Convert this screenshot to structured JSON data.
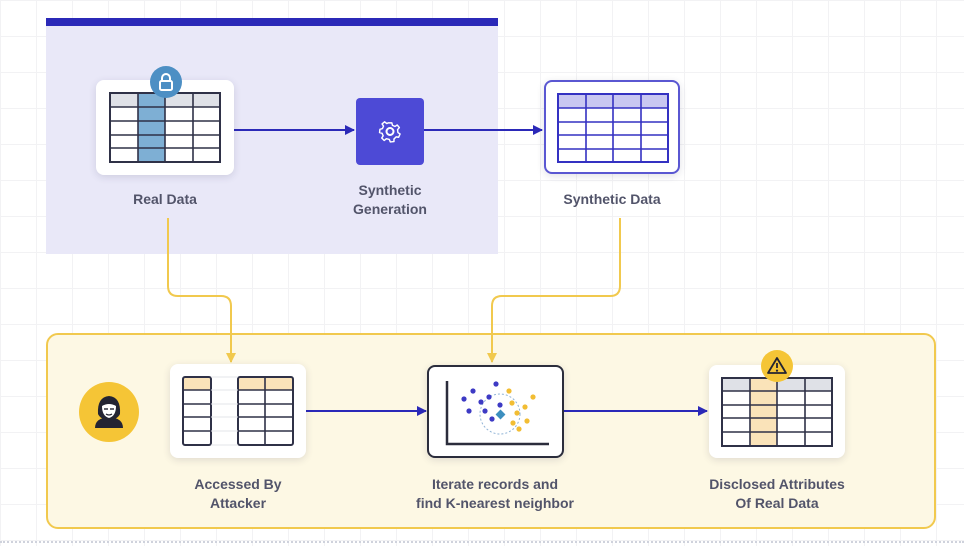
{
  "nodes": {
    "real_data": {
      "label": "Real Data"
    },
    "synthetic_generation": {
      "label_line1": "Synthetic",
      "label_line2": "Generation"
    },
    "synthetic_data": {
      "label": "Synthetic Data"
    },
    "accessed_by_attacker": {
      "label_line1": "Accessed By",
      "label_line2": "Attacker"
    },
    "iterate_records": {
      "label_line1": "Iterate records and",
      "label_line2": "find K-nearest neighbor"
    },
    "disclosed_attributes": {
      "label_line1": "Disclosed Attributes",
      "label_line2": "Of Real Data"
    }
  },
  "icons": {
    "lock": "lock-icon",
    "gear": "gear-icon",
    "warning": "warning-icon",
    "attacker": "hacker-mask-icon",
    "scatter": "scatter-plot-icon"
  },
  "colors": {
    "primary_indigo": "#2b29b8",
    "region_top_fill": "#e9e8f8",
    "region_bottom_fill": "#fdf8e4",
    "amber": "#f1c94e",
    "lock_badge": "#4d8fc4",
    "warning_badge": "#f5c536",
    "label_gray": "#52546a"
  }
}
